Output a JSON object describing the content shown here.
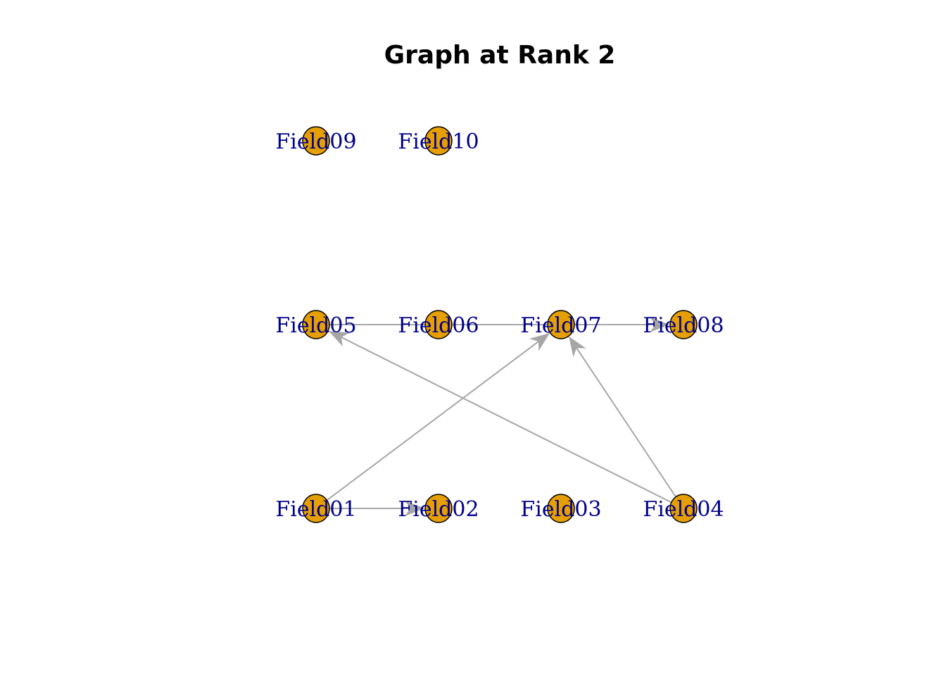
{
  "title": "Graph at Rank 2",
  "colors": {
    "node_fill": "#e69f00",
    "node_stroke": "#000000",
    "edge": "#a6a6a6",
    "label": "#00008b"
  },
  "nodes": [
    {
      "id": "Field01",
      "row": 0,
      "col": 0
    },
    {
      "id": "Field02",
      "row": 0,
      "col": 1
    },
    {
      "id": "Field03",
      "row": 0,
      "col": 2
    },
    {
      "id": "Field04",
      "row": 0,
      "col": 3
    },
    {
      "id": "Field05",
      "row": 1,
      "col": 0
    },
    {
      "id": "Field06",
      "row": 1,
      "col": 1
    },
    {
      "id": "Field07",
      "row": 1,
      "col": 2
    },
    {
      "id": "Field08",
      "row": 1,
      "col": 3
    },
    {
      "id": "Field09",
      "row": 2,
      "col": 0
    },
    {
      "id": "Field10",
      "row": 2,
      "col": 1
    }
  ],
  "edges": [
    {
      "from": "Field05",
      "to": "Field06",
      "arrow": false
    },
    {
      "from": "Field06",
      "to": "Field07",
      "arrow": false
    },
    {
      "from": "Field07",
      "to": "Field08",
      "arrow": true
    },
    {
      "from": "Field01",
      "to": "Field02",
      "arrow": true
    },
    {
      "from": "Field01",
      "to": "Field07",
      "arrow": true
    },
    {
      "from": "Field04",
      "to": "Field07",
      "arrow": true
    },
    {
      "from": "Field04",
      "to": "Field05",
      "arrow": true
    }
  ]
}
